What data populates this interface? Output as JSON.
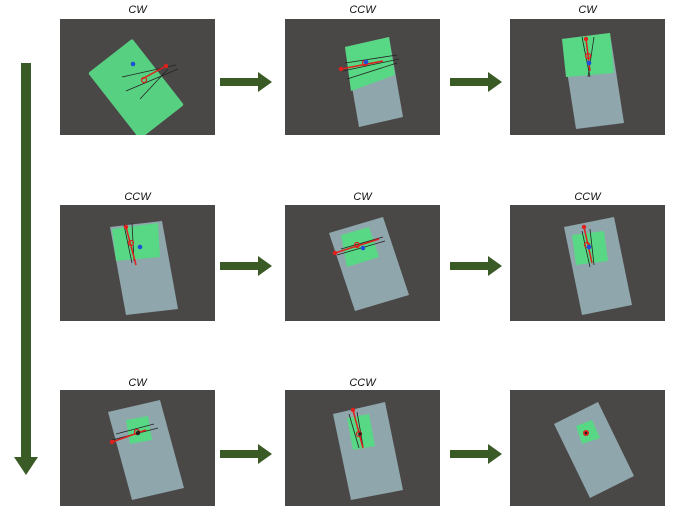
{
  "figure": {
    "panels": [
      {
        "id": 1,
        "label": "CW"
      },
      {
        "id": 2,
        "label": "CCW"
      },
      {
        "id": 3,
        "label": "CW"
      },
      {
        "id": 4,
        "label": "CCW"
      },
      {
        "id": 5,
        "label": "CW"
      },
      {
        "id": 6,
        "label": "CCW"
      },
      {
        "id": 7,
        "label": "CW"
      },
      {
        "id": 8,
        "label": "CCW"
      },
      {
        "id": 9,
        "label": ""
      }
    ],
    "colors": {
      "background_photo": "#4a4847",
      "block": "#8fa6ac",
      "highlight": "#5ed882",
      "red_marker": "#e0201c",
      "blue_marker": "#1f4fd8",
      "arrow": "#3a5a26"
    },
    "icons": [
      "right-arrow-icon",
      "down-arrow-icon"
    ]
  }
}
